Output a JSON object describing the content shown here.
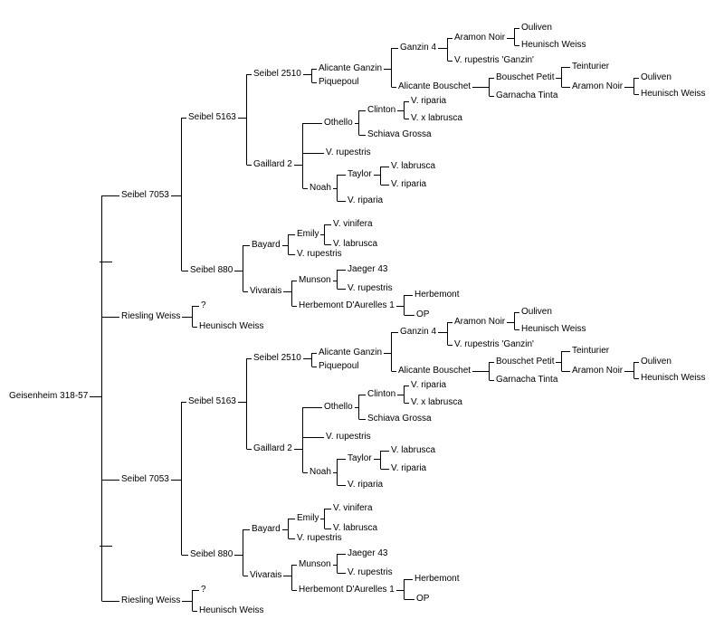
{
  "diagram": {
    "type": "pedigree-tree",
    "line_color": "#000000",
    "text_color": "#000000",
    "background": "#ffffff",
    "root": {
      "name": "Geisenheim 318-57",
      "parents": [
        {
          "name": "Seibel 7053",
          "parents": [
            {
              "name": "Seibel 5163",
              "parents": [
                {
                  "name": "Seibel 2510",
                  "parents": [
                    {
                      "name": "Alicante Ganzin",
                      "parents": [
                        {
                          "name": "Ganzin 4",
                          "parents": [
                            {
                              "name": "Aramon Noir",
                              "parents": [
                                {
                                  "name": "Ouliven"
                                },
                                {
                                  "name": "Heunisch Weiss"
                                }
                              ]
                            },
                            {
                              "name": "V. rupestris 'Ganzin'"
                            }
                          ]
                        },
                        {
                          "name": "Alicante Bouschet",
                          "parents": [
                            {
                              "name": "Bouschet Petit",
                              "parents": [
                                {
                                  "name": "Teinturier"
                                },
                                {
                                  "name": "Aramon Noir",
                                  "parents": [
                                    {
                                      "name": "Ouliven"
                                    },
                                    {
                                      "name": "Heunisch Weiss"
                                    }
                                  ]
                                }
                              ]
                            },
                            {
                              "name": "Garnacha Tinta"
                            }
                          ]
                        }
                      ]
                    },
                    {
                      "name": "Piquepoul"
                    }
                  ]
                },
                {
                  "name": "Gaillard 2",
                  "parents": [
                    {
                      "name": "Othello",
                      "parents": [
                        {
                          "name": "Clinton",
                          "parents": [
                            {
                              "name": "V. riparia"
                            },
                            {
                              "name": "V. x labrusca"
                            }
                          ]
                        },
                        {
                          "name": "Schiava Grossa"
                        }
                      ]
                    },
                    {
                      "name": "V. rupestris"
                    },
                    {
                      "name": "Noah",
                      "parents": [
                        {
                          "name": "Taylor",
                          "parents": [
                            {
                              "name": "V. labrusca"
                            },
                            {
                              "name": "V. riparia"
                            }
                          ]
                        },
                        {
                          "name": "V. riparia"
                        }
                      ]
                    }
                  ]
                }
              ]
            },
            {
              "name": "Seibel 880",
              "parents": [
                {
                  "name": "Bayard",
                  "parents": [
                    {
                      "name": "Emily",
                      "parents": [
                        {
                          "name": "V. vinifera"
                        },
                        {
                          "name": "V. labrusca"
                        }
                      ]
                    },
                    {
                      "name": "V. rupestris"
                    }
                  ]
                },
                {
                  "name": "Vivarais",
                  "parents": [
                    {
                      "name": "Munson",
                      "parents": [
                        {
                          "name": "Jaeger 43"
                        },
                        {
                          "name": "V. rupestris"
                        }
                      ]
                    },
                    {
                      "name": "Herbemont D'Aurelles 1",
                      "parents": [
                        {
                          "name": "Herbemont"
                        },
                        {
                          "name": "OP"
                        }
                      ]
                    }
                  ]
                }
              ]
            }
          ]
        },
        {
          "name": "Riesling Weiss",
          "parents": [
            {
              "name": "?"
            },
            {
              "name": "Heunisch Weiss"
            }
          ]
        }
      ]
    }
  }
}
